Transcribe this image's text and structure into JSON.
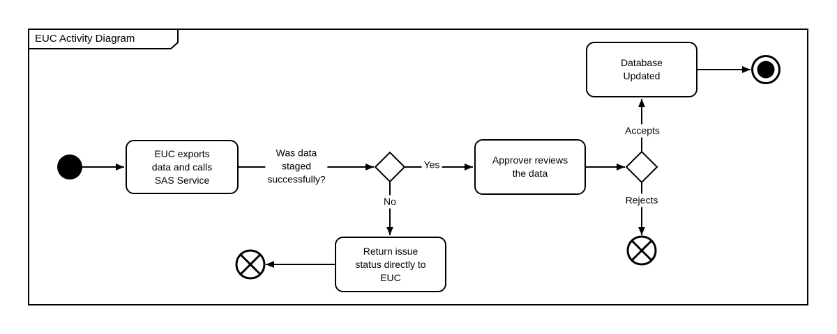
{
  "frame": {
    "title": "EUC Activity Diagram"
  },
  "nodes": {
    "euc_exports_task": {
      "lines": [
        "EUC exports",
        "data and calls",
        "SAS Service"
      ]
    },
    "approver_task": {
      "lines": [
        "Approver reviews",
        "the data"
      ]
    },
    "database_updated_task": {
      "lines": [
        "Database",
        "Updated"
      ]
    },
    "return_issue_task": {
      "lines": [
        "Return issue",
        "status directly to",
        "EUC"
      ]
    }
  },
  "edge_labels": {
    "staged_question": [
      "Was data",
      "staged",
      "successfully?"
    ],
    "yes": "Yes",
    "no": "No",
    "accepts": "Accepts",
    "rejects": "Rejects"
  },
  "colors": {
    "stroke": "#000000",
    "fill": "#ffffff"
  }
}
